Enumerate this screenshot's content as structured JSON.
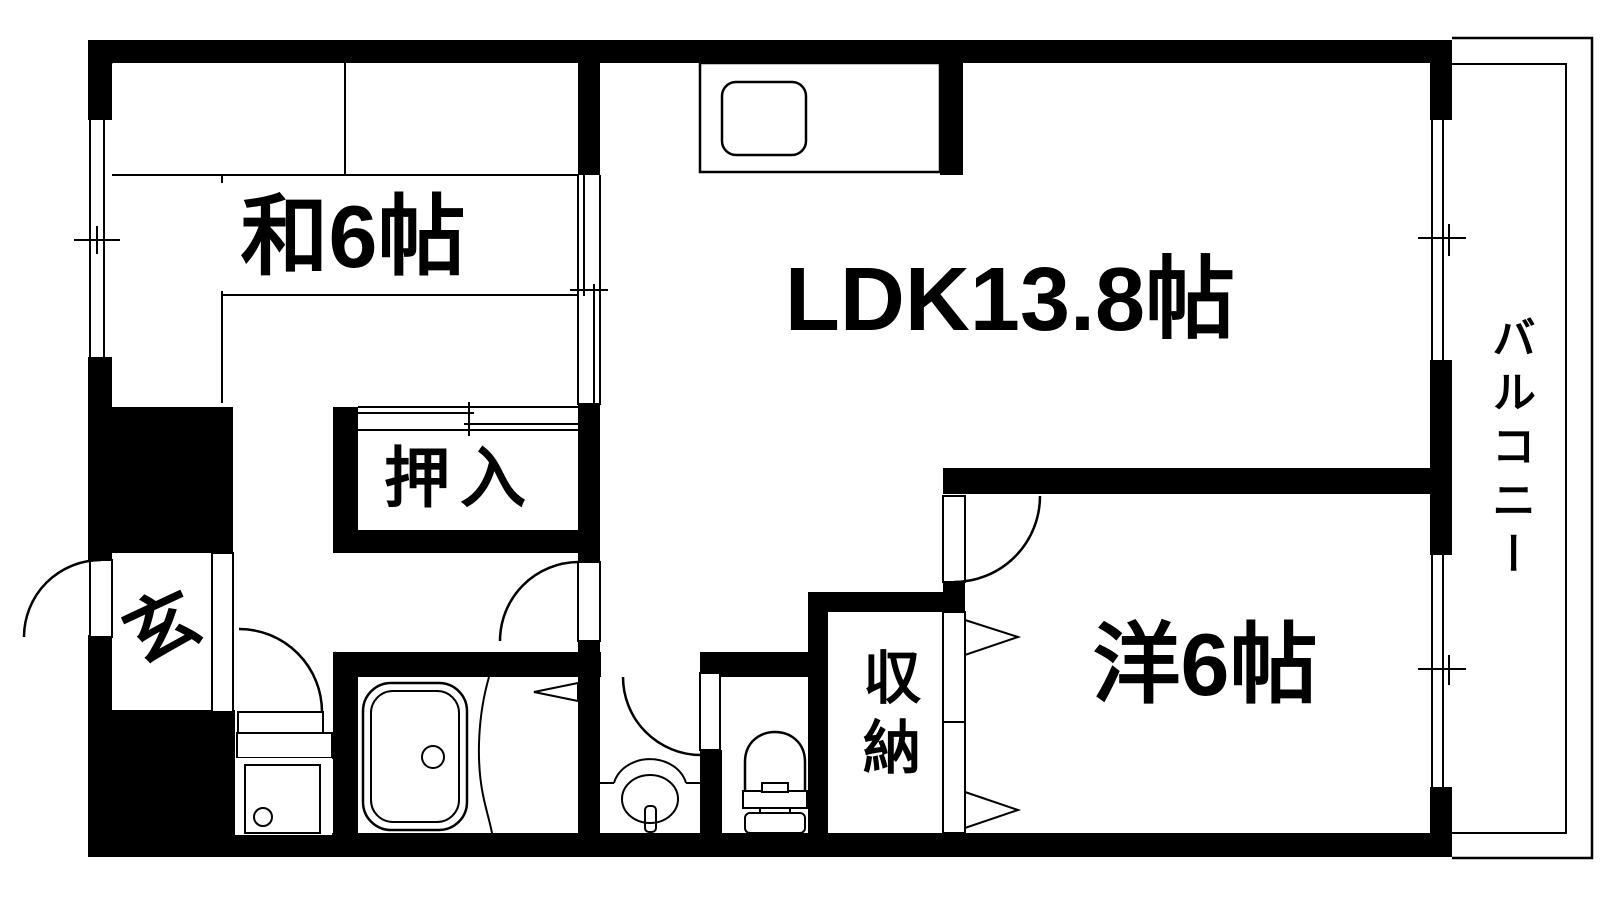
{
  "plan": {
    "type": "apartment-floor-plan",
    "rooms": {
      "japanese_room": {
        "label": "和6帖"
      },
      "ldk": {
        "label": "LDK13.8帖"
      },
      "oshiire": {
        "label": "押入"
      },
      "entrance": {
        "label": "玄"
      },
      "storage": {
        "label": "収納"
      },
      "western_room": {
        "label": "洋6帖"
      },
      "balcony": {
        "label": "バルコニー"
      }
    },
    "colors": {
      "wall": "#000000",
      "floor": "#ffffff",
      "line": "#000000"
    }
  }
}
